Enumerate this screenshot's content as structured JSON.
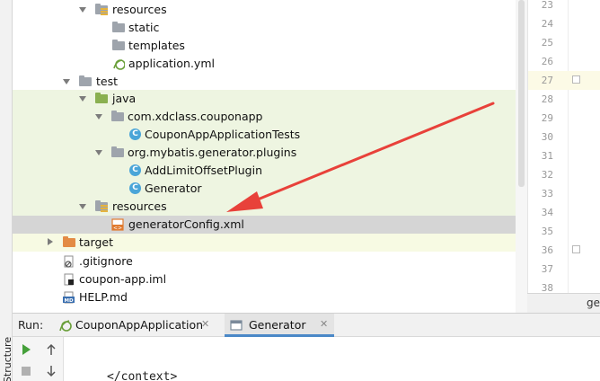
{
  "tree": {
    "items": [
      {
        "label": "resources",
        "icon": "resources-folder-icon",
        "arrow": "down"
      },
      {
        "label": "static",
        "icon": "folder-icon",
        "arrow": ""
      },
      {
        "label": "templates",
        "icon": "folder-icon",
        "arrow": ""
      },
      {
        "label": "application.yml",
        "icon": "spring-config-icon",
        "arrow": ""
      },
      {
        "label": "test",
        "icon": "folder-icon",
        "arrow": "down"
      },
      {
        "label": "java",
        "icon": "test-source-folder-icon",
        "arrow": "down"
      },
      {
        "label": "com.xdclass.couponapp",
        "icon": "package-icon",
        "arrow": "down"
      },
      {
        "label": "CouponAppApplicationTests",
        "icon": "class-icon",
        "arrow": ""
      },
      {
        "label": "org.mybatis.generator.plugins",
        "icon": "package-icon",
        "arrow": "down"
      },
      {
        "label": "AddLimitOffsetPlugin",
        "icon": "class-icon",
        "arrow": ""
      },
      {
        "label": "Generator",
        "icon": "class-icon",
        "arrow": ""
      },
      {
        "label": "resources",
        "icon": "test-resources-folder-icon",
        "arrow": "down"
      },
      {
        "label": "generatorConfig.xml",
        "icon": "xml-file-icon",
        "arrow": ""
      },
      {
        "label": "target",
        "icon": "excluded-folder-icon",
        "arrow": "right"
      },
      {
        "label": ".gitignore",
        "icon": "gitignore-file-icon",
        "arrow": ""
      },
      {
        "label": "coupon-app.iml",
        "icon": "iml-file-icon",
        "arrow": ""
      },
      {
        "label": "HELP.md",
        "icon": "markdown-file-icon",
        "arrow": ""
      }
    ]
  },
  "gutter": {
    "line_numbers": [
      "23",
      "24",
      "25",
      "26",
      "27",
      "28",
      "29",
      "30",
      "31",
      "32",
      "33",
      "34",
      "35",
      "36",
      "37",
      "38"
    ]
  },
  "editor": {
    "tab_label": "ger"
  },
  "run": {
    "label": "Run:",
    "tabs": [
      {
        "label": "CouponAppApplication",
        "icon": "spring-boot-icon"
      },
      {
        "label": "Generator",
        "icon": "application-icon"
      }
    ],
    "output_line": "</context>"
  },
  "structure": {
    "label": "Structure"
  },
  "colors": {
    "test_highlight": "#eef5e1",
    "selection": "#d5d5d5",
    "annotation_arrow": "#e8413a",
    "active_tab_underline": "#4a88c7"
  }
}
